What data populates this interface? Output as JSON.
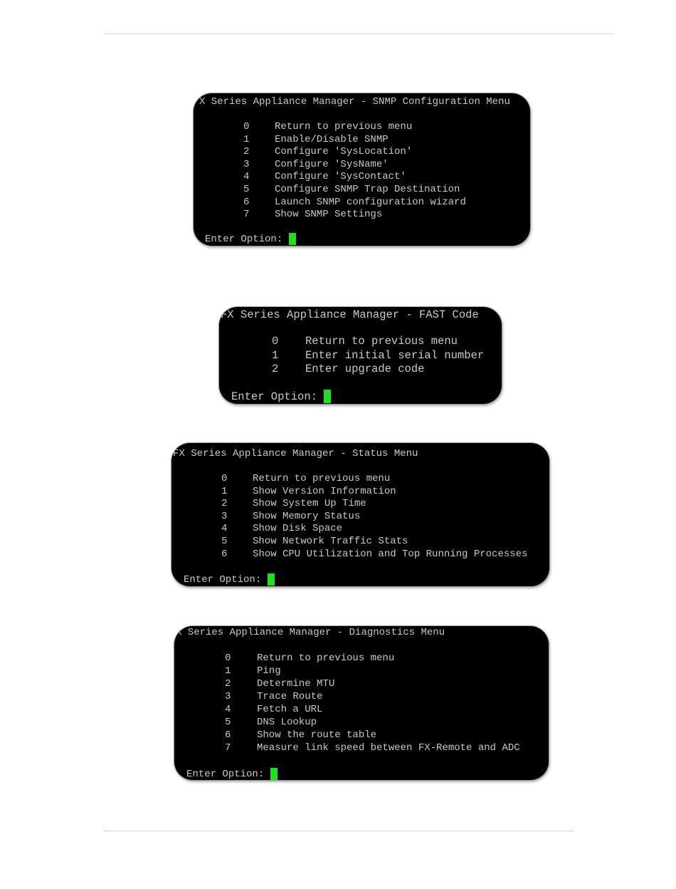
{
  "menus": [
    {
      "title": "X Series Appliance Manager - SNMP Configuration Menu",
      "items": [
        {
          "num": "0",
          "label": "Return to previous menu"
        },
        {
          "num": "1",
          "label": "Enable/Disable SNMP"
        },
        {
          "num": "2",
          "label": "Configure 'SysLocation'"
        },
        {
          "num": "3",
          "label": "Configure 'SysName'"
        },
        {
          "num": "4",
          "label": "Configure 'SysContact'"
        },
        {
          "num": "5",
          "label": "Configure SNMP Trap Destination"
        },
        {
          "num": "6",
          "label": "Launch SNMP configuration wizard"
        },
        {
          "num": "7",
          "label": "Show SNMP Settings"
        }
      ],
      "prompt": "Enter Option: "
    },
    {
      "title": "FX Series Appliance Manager - FAST Code",
      "items": [
        {
          "num": "0",
          "label": "Return to previous menu"
        },
        {
          "num": "1",
          "label": "Enter initial serial number"
        },
        {
          "num": "2",
          "label": "Enter upgrade code"
        }
      ],
      "prompt": "Enter Option: "
    },
    {
      "title": "FX Series Appliance Manager - Status Menu",
      "items": [
        {
          "num": "0",
          "label": "Return to previous menu"
        },
        {
          "num": "1",
          "label": "Show Version Information"
        },
        {
          "num": "2",
          "label": "Show System Up Time"
        },
        {
          "num": "3",
          "label": "Show Memory Status"
        },
        {
          "num": "4",
          "label": "Show Disk Space"
        },
        {
          "num": "5",
          "label": "Show Network Traffic Stats"
        },
        {
          "num": "6",
          "label": "Show CPU Utilization and Top Running Processes"
        }
      ],
      "prompt": "Enter Option: "
    },
    {
      "title": "X Series Appliance Manager - Diagnostics Menu",
      "items": [
        {
          "num": "0",
          "label": "Return to previous menu"
        },
        {
          "num": "1",
          "label": "Ping"
        },
        {
          "num": "2",
          "label": "Determine MTU"
        },
        {
          "num": "3",
          "label": "Trace Route"
        },
        {
          "num": "4",
          "label": "Fetch a URL"
        },
        {
          "num": "5",
          "label": "DNS Lookup"
        },
        {
          "num": "6",
          "label": "Show the route table"
        },
        {
          "num": "7",
          "label": "Measure link speed between FX-Remote and ADC"
        }
      ],
      "prompt": "Enter Option: "
    }
  ],
  "colors": {
    "terminal_bg": "#000000",
    "terminal_text": "#c9c9c9",
    "cursor": "#1fe01f"
  }
}
